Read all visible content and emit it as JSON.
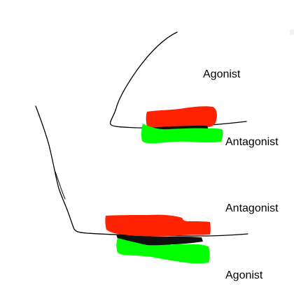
{
  "labels": {
    "top_agonist": "Agonist",
    "top_antagonist": "Antagonist",
    "bottom_antagonist": "Antagonist",
    "bottom_agonist": "Agonist"
  },
  "colors": {
    "agonist_top_muscle": "#ff2200",
    "antagonist_top_muscle": "#00ff00",
    "antagonist_bottom_muscle": "#ff2200",
    "agonist_bottom_muscle": "#00ff00",
    "bone_outline": "#000000",
    "joint_overlap": "#111111"
  }
}
